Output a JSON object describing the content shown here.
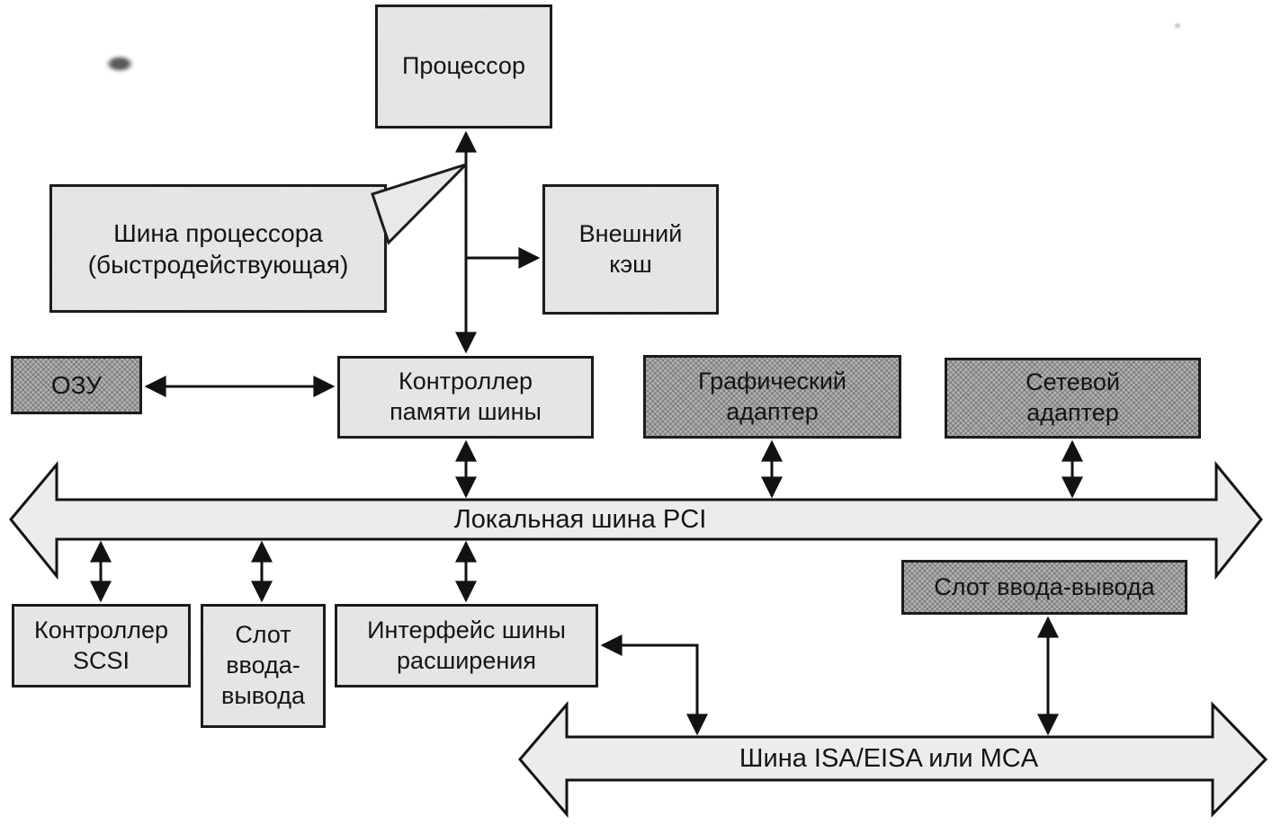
{
  "diagram": {
    "nodes": {
      "processor": {
        "label": "Процессор"
      },
      "processor_bus_callout": {
        "label": "Шина процессора\n(быстродействующая)"
      },
      "external_cache": {
        "label": "Внешний\nкэш"
      },
      "ram": {
        "label": "ОЗУ"
      },
      "memory_controller": {
        "label": "Контроллер\nпамяти шины"
      },
      "graphics_adapter": {
        "label": "Графический\nадаптер"
      },
      "network_adapter": {
        "label": "Сетевой\nадаптер"
      },
      "scsi_controller": {
        "label": "Контроллер\nSCSI"
      },
      "io_slot_left": {
        "label": "Слот\nввода-\nвывода"
      },
      "expansion_bus_interface": {
        "label": "Интерфейс шины\nрасширения"
      },
      "io_slot_right": {
        "label": "Слот ввода-вывода"
      },
      "pci_bus": {
        "label": "Локальная шина PCI"
      },
      "isa_bus": {
        "label": "Шина ISA/EISA или MCA"
      }
    },
    "colors": {
      "box_light_fill": "#e9e9e9",
      "box_dark_fill": "#b2b2b2",
      "bus_fill": "#ececec",
      "line": "#121212",
      "background": "#ffffff"
    }
  }
}
